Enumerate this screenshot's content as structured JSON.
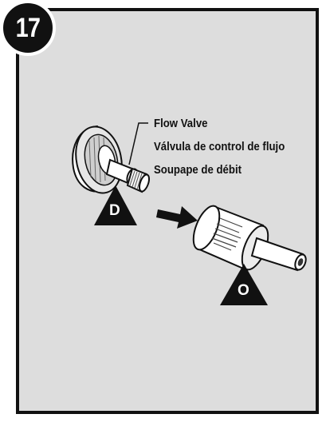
{
  "step": {
    "number": "17"
  },
  "callout": {
    "english": "Flow Valve",
    "spanish": "Válvula de control de flujo",
    "french": "Soupape de débit"
  },
  "markers": {
    "d": "D",
    "o": "O"
  },
  "colors": {
    "panel_bg": "#dddddd",
    "ink": "#111111",
    "badge_text": "#ffffff"
  },
  "icons": [
    "removal-arrow-icon",
    "warning-triangle-icon"
  ]
}
